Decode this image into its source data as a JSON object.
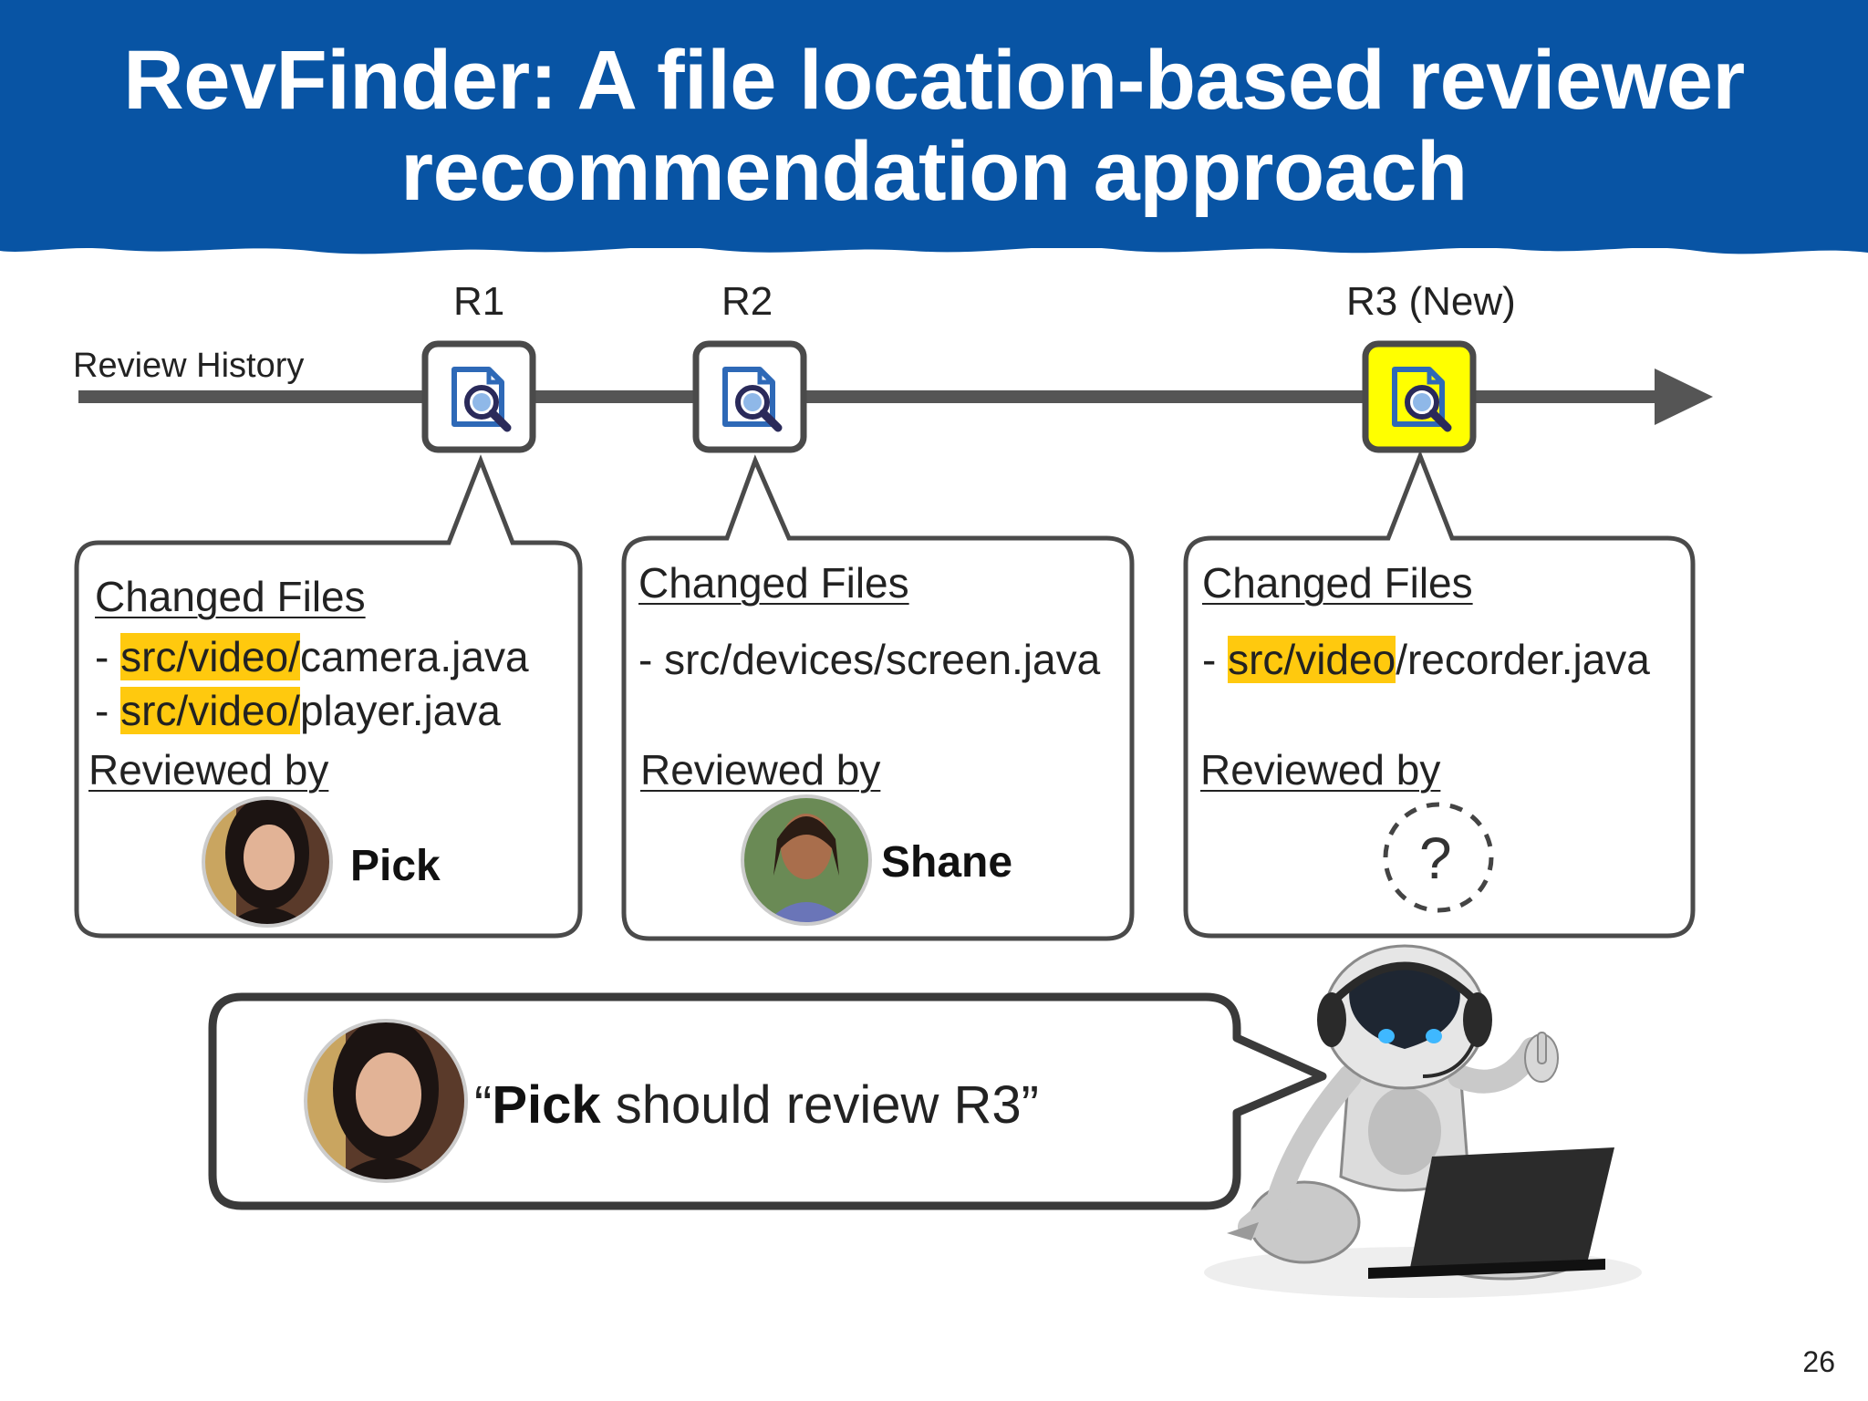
{
  "slide": {
    "title_line1": "RevFinder: A file location-based reviewer",
    "title_line2": "recommendation approach",
    "page_number": "26"
  },
  "colors": {
    "header_blue": "#0854a4",
    "highlight": "#ffc90e",
    "new_review": "#ffff00",
    "box_border": "#4a4a4a"
  },
  "timeline": {
    "label": "Review History",
    "reviews": [
      {
        "id": "R1",
        "icon": "document-search-icon"
      },
      {
        "id": "R2",
        "icon": "document-search-icon"
      },
      {
        "id": "R3 (New)",
        "icon": "document-search-icon",
        "highlighted": true
      }
    ]
  },
  "cards": [
    {
      "heading": "Changed Files",
      "files": [
        {
          "prefix": "- ",
          "highlight": "src/video/",
          "rest": "camera.java"
        },
        {
          "prefix": "- ",
          "highlight": "src/video/",
          "rest": "player.java"
        }
      ],
      "reviewed_label": "Reviewed by",
      "reviewer": "Pick"
    },
    {
      "heading": "Changed Files",
      "files": [
        {
          "prefix": "- ",
          "highlight": "",
          "rest": "src/devices/screen.java"
        }
      ],
      "reviewed_label": "Reviewed by",
      "reviewer": "Shane"
    },
    {
      "heading": "Changed Files",
      "files": [
        {
          "prefix": "- ",
          "highlight": "src/video",
          "rest": "/recorder.java"
        }
      ],
      "reviewed_label": "Reviewed by",
      "reviewer_unknown": "?"
    }
  ],
  "recommendation": {
    "open_quote": "“",
    "name": "Pick",
    "text": " should review R3”"
  }
}
